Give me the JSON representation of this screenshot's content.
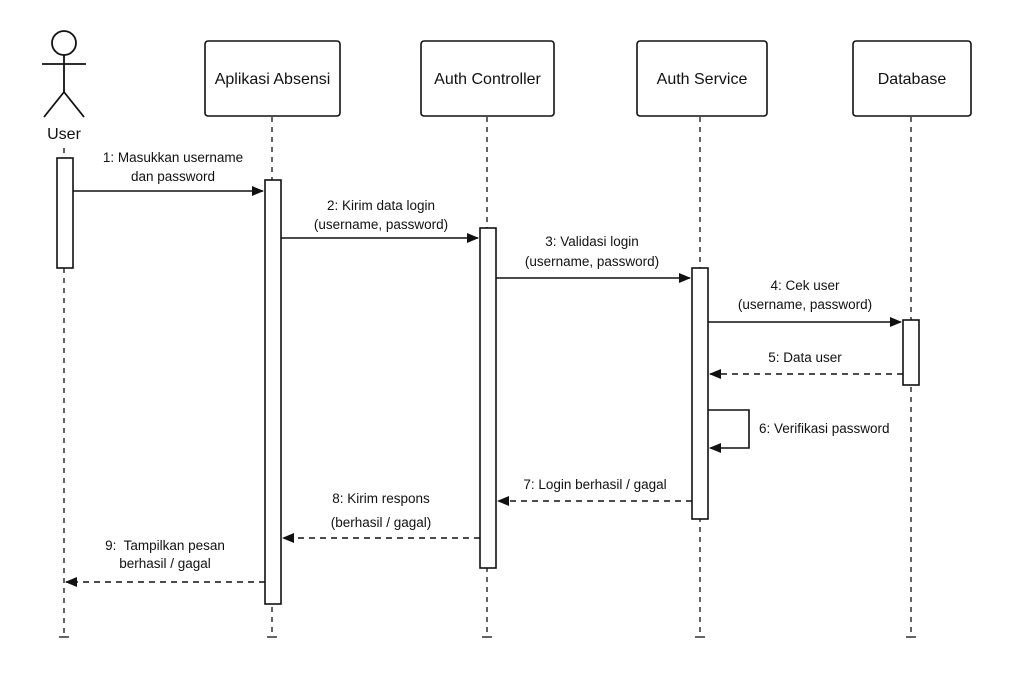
{
  "colors": {
    "ink": "#111111",
    "background": "#ffffff"
  },
  "actor": {
    "label": "User",
    "icon": "stick-figure-icon"
  },
  "participants": [
    {
      "id": "aplikasi",
      "label": "Aplikasi Absensi"
    },
    {
      "id": "controller",
      "label": "Auth Controller"
    },
    {
      "id": "service",
      "label": "Auth Service"
    },
    {
      "id": "database",
      "label": "Database"
    }
  ],
  "messages": [
    {
      "number": 1,
      "lines": [
        "1: Masukkan username",
        "dan password"
      ],
      "from": "User",
      "to": "Aplikasi Absensi",
      "type": "synchronous"
    },
    {
      "number": 2,
      "lines": [
        "2: Kirim data login",
        "(username, password)"
      ],
      "from": "Aplikasi Absensi",
      "to": "Auth Controller",
      "type": "synchronous"
    },
    {
      "number": 3,
      "lines": [
        "3: Validasi login",
        "(username, password)"
      ],
      "from": "Auth Controller",
      "to": "Auth Service",
      "type": "synchronous"
    },
    {
      "number": 4,
      "lines": [
        "4: Cek user",
        "(username, password)"
      ],
      "from": "Auth Service",
      "to": "Database",
      "type": "synchronous"
    },
    {
      "number": 5,
      "lines": [
        "5: Data user"
      ],
      "from": "Database",
      "to": "Auth Service",
      "type": "return"
    },
    {
      "number": 6,
      "lines": [
        "6: Verifikasi password"
      ],
      "from": "Auth Service",
      "to": "Auth Service",
      "type": "self"
    },
    {
      "number": 7,
      "lines": [
        "7: Login berhasil / gagal"
      ],
      "from": "Auth Service",
      "to": "Auth Controller",
      "type": "return"
    },
    {
      "number": 8,
      "lines": [
        "8: Kirim respons",
        "(berhasil / gagal)"
      ],
      "from": "Auth Controller",
      "to": "Aplikasi Absensi",
      "type": "return"
    },
    {
      "number": 9,
      "lines": [
        "9:  Tampilkan pesan",
        "berhasil / gagal"
      ],
      "from": "Aplikasi Absensi",
      "to": "User",
      "type": "return"
    }
  ]
}
